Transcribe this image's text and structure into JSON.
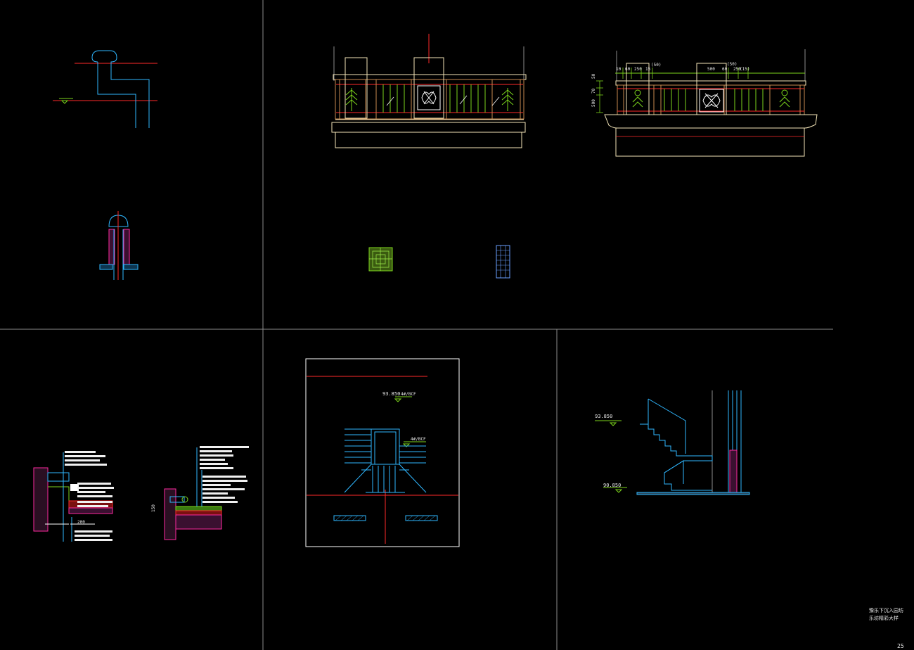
{
  "drawing": {
    "colors": {
      "background": "#000000",
      "frame": "#8c8c8c",
      "axis": "#ff2a2a",
      "outline": "#2fb7ff",
      "bronze": "#c88a50",
      "green": "#7cd51c",
      "cream": "#f3e5b8",
      "magenta": "#ff2aa0",
      "white": "#ffffff"
    },
    "dimensions": {
      "left_elevation": [
        "50",
        "70",
        "500"
      ],
      "top_run": [
        "10",
        "60",
        "250",
        "15",
        "(50)"
      ],
      "top_run_right": [
        "500",
        "60",
        "250",
        "(50)",
        "(15)"
      ]
    },
    "elevations": {
      "stair_section_upper": "93.850",
      "stair_section_lower": "90.850",
      "stair_plan_upper": "93.850",
      "stair_plan_sub": "4#/BCF"
    },
    "detail_dims": {
      "left_detail_width": "200",
      "right_detail_height": "150"
    },
    "title_block": {
      "line1": "豫乐下沉入园坊",
      "line2": "乐坊精彩大样"
    },
    "page_number": "25"
  }
}
